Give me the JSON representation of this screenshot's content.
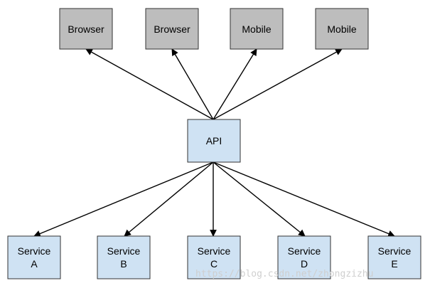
{
  "nodes": {
    "clients": [
      {
        "label": "Browser"
      },
      {
        "label": "Browser"
      },
      {
        "label": "Mobile"
      },
      {
        "label": "Mobile"
      }
    ],
    "api": {
      "label": "API"
    },
    "services": [
      {
        "line1": "Service",
        "line2": "A"
      },
      {
        "line1": "Service",
        "line2": "B"
      },
      {
        "line1": "Service",
        "line2": "C"
      },
      {
        "line1": "Service",
        "line2": "D"
      },
      {
        "line1": "Service",
        "line2": "E"
      }
    ]
  },
  "edges": [
    {
      "from": "api",
      "to": "client-1"
    },
    {
      "from": "api",
      "to": "client-2"
    },
    {
      "from": "api",
      "to": "client-3"
    },
    {
      "from": "api",
      "to": "client-4"
    },
    {
      "from": "api",
      "to": "service-a"
    },
    {
      "from": "api",
      "to": "service-b"
    },
    {
      "from": "api",
      "to": "service-c"
    },
    {
      "from": "api",
      "to": "service-d"
    },
    {
      "from": "api",
      "to": "service-e"
    }
  ],
  "colors": {
    "client_fill": "#bdbdbd",
    "api_fill": "#cfe2f3",
    "service_fill": "#cfe2f3",
    "border": "#333333",
    "arrow": "#000000"
  },
  "watermark": "https://blog.csdn.net/zhongzizhu"
}
